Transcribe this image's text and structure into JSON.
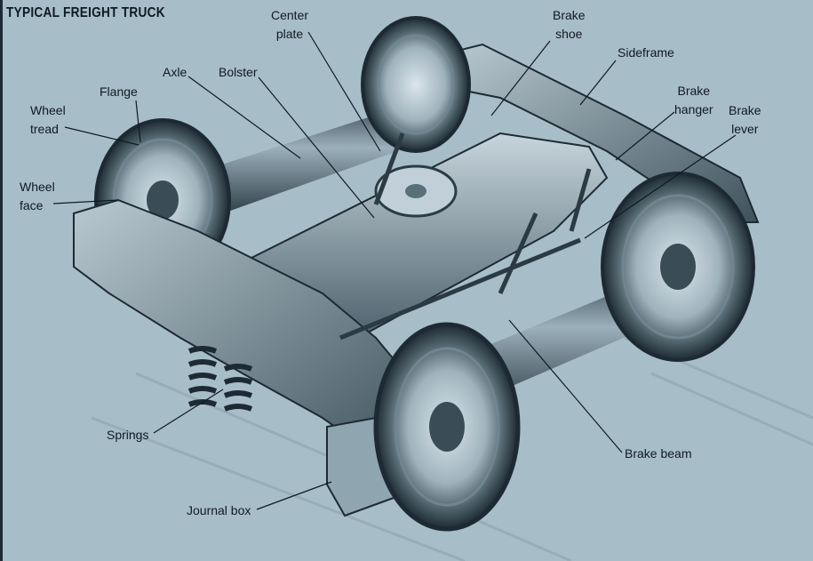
{
  "title": "TYPICAL FREIGHT TRUCK",
  "labels": {
    "center_plate": [
      "Center",
      "plate"
    ],
    "brake_shoe": [
      "Brake",
      "shoe"
    ],
    "sideframe": "Sideframe",
    "axle": "Axle",
    "bolster": "Bolster",
    "flange": "Flange",
    "wheel_tread": [
      "Wheel",
      "tread"
    ],
    "brake_hanger": [
      "Brake",
      "hanger"
    ],
    "brake_lever": [
      "Brake",
      "lever"
    ],
    "wheel_face": [
      "Wheel",
      "face"
    ],
    "springs": "Springs",
    "brake_beam": "Brake beam",
    "journal_box": "Journal box"
  },
  "colors": {
    "background": "#a7bdc8",
    "metal_dark": "#1d2a33",
    "metal_mid": "#5f7682",
    "metal_light": "#c9d7de",
    "leader": "#101a22"
  }
}
